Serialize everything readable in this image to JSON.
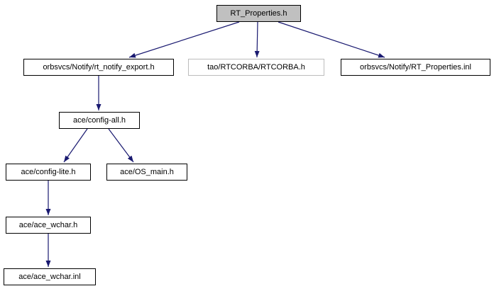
{
  "graph": {
    "type": "include-dependency-graph",
    "nodes": [
      {
        "id": "rt-properties-h",
        "label": "RT_Properties.h",
        "role": "root"
      },
      {
        "id": "rt-notify-export-h",
        "label": "orbsvcs/Notify/rt_notify_export.h",
        "role": "linked"
      },
      {
        "id": "rtcorba-h",
        "label": "tao/RTCORBA/RTCORBA.h",
        "role": "external"
      },
      {
        "id": "rt-properties-inl",
        "label": "orbsvcs/Notify/RT_Properties.inl",
        "role": "linked"
      },
      {
        "id": "config-all-h",
        "label": "ace/config-all.h",
        "role": "linked"
      },
      {
        "id": "config-lite-h",
        "label": "ace/config-lite.h",
        "role": "linked"
      },
      {
        "id": "os-main-h",
        "label": "ace/OS_main.h",
        "role": "linked"
      },
      {
        "id": "ace-wchar-h",
        "label": "ace/ace_wchar.h",
        "role": "linked"
      },
      {
        "id": "ace-wchar-inl",
        "label": "ace/ace_wchar.inl",
        "role": "linked"
      }
    ],
    "edges": [
      {
        "from": "RT_Properties.h",
        "to": "orbsvcs/Notify/rt_notify_export.h"
      },
      {
        "from": "RT_Properties.h",
        "to": "tao/RTCORBA/RTCORBA.h"
      },
      {
        "from": "RT_Properties.h",
        "to": "orbsvcs/Notify/RT_Properties.inl"
      },
      {
        "from": "orbsvcs/Notify/rt_notify_export.h",
        "to": "ace/config-all.h"
      },
      {
        "from": "ace/config-all.h",
        "to": "ace/config-lite.h"
      },
      {
        "from": "ace/config-all.h",
        "to": "ace/OS_main.h"
      },
      {
        "from": "ace/config-lite.h",
        "to": "ace/ace_wchar.h"
      },
      {
        "from": "ace/ace_wchar.h",
        "to": "ace/ace_wchar.inl"
      }
    ],
    "colors": {
      "arrow": "#191970",
      "border": "#000000",
      "node_fill": "#ffffff",
      "root_fill": "#c0c0c0",
      "muted_border": "#bcbcbc",
      "background": "#ffffff"
    }
  }
}
